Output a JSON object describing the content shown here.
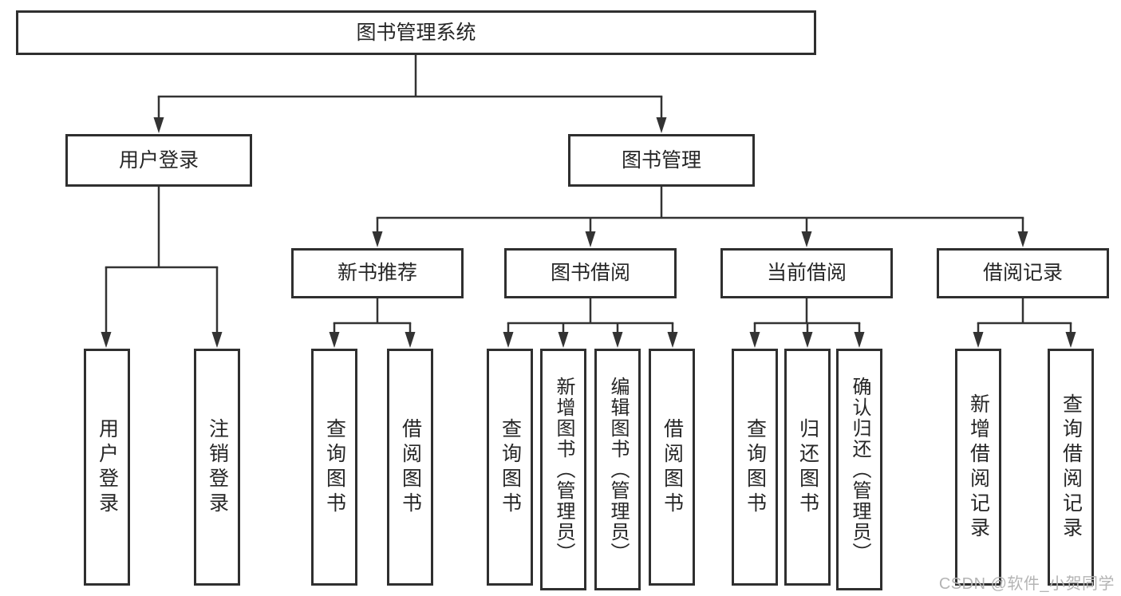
{
  "diagram": {
    "root": {
      "label": "图书管理系统"
    },
    "branches": {
      "user_login": {
        "label": "用户登录",
        "children": {
          "login": {
            "label": "用户登录"
          },
          "logout": {
            "label": "注销登录"
          }
        }
      },
      "book_mgmt": {
        "label": "图书管理",
        "sections": {
          "new_book_rec": {
            "label": "新书推荐",
            "children": {
              "query_books": {
                "label": "查询图书"
              },
              "borrow_books": {
                "label": "借阅图书"
              }
            }
          },
          "book_borrow": {
            "label": "图书借阅",
            "children": {
              "query_books": {
                "label": "查询图书"
              },
              "add_books": {
                "label": "新增图书（管理员）"
              },
              "edit_books": {
                "label": "编辑图书（管理员）"
              },
              "borrow_books": {
                "label": "借阅图书"
              }
            }
          },
          "current_borrow": {
            "label": "当前借阅",
            "children": {
              "query_books": {
                "label": "查询图书"
              },
              "return_books": {
                "label": "归还图书"
              },
              "confirm_return": {
                "label": "确认归还（管理员）"
              }
            }
          },
          "borrow_records": {
            "label": "借阅记录",
            "children": {
              "add_record": {
                "label": "新增借阅记录"
              },
              "query_record": {
                "label": "查询借阅记录"
              }
            }
          }
        }
      }
    }
  },
  "watermark": {
    "text": "CSDN @软件_小贺同学"
  },
  "colors": {
    "line": "#333333",
    "box_border": "#2f2f2f",
    "box_fill": "#ffffff",
    "text": "#262626",
    "watermark": "#b4b4b4"
  }
}
